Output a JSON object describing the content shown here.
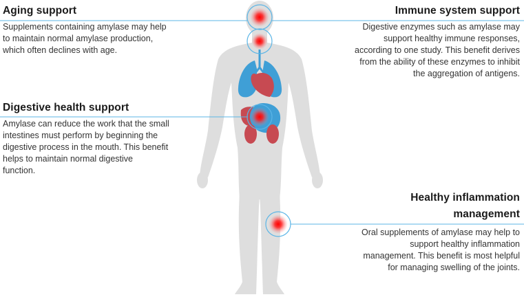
{
  "colors": {
    "body": "#dedede",
    "lungs": "#3f9fd6",
    "heart": "#c74a52",
    "liver": "#c74a52",
    "stomach": "#3f9fd6",
    "leader_line": "#5bb5e6",
    "hotspot": "#ff0000"
  },
  "callouts": {
    "aging": {
      "title": "Aging support",
      "lines": [
        "Supplements containing amylase may help",
        "to maintain normal amylase production,",
        "which often declines with age."
      ]
    },
    "immune": {
      "title": "Immune system support",
      "lines": [
        "Digestive enzymes such as amylase may",
        "support healthy immune responses,",
        "according to one study. This benefit derives",
        "from the ability of these enzymes to inhibit",
        "the aggregation of antigens."
      ]
    },
    "digestive": {
      "title": "Digestive health support",
      "lines": [
        "Amylase can reduce the work that the small",
        "intestines must perform by beginning the",
        "digestive process in the mouth. This benefit",
        "helps to maintain normal digestive",
        "function."
      ]
    },
    "inflammation": {
      "title_lines": [
        "Healthy inflammation",
        "management"
      ],
      "lines": [
        "Oral supplements of amylase may help to",
        "support healthy inflammation",
        "management. This benefit is most helpful",
        "for managing swelling of the joints."
      ]
    }
  }
}
